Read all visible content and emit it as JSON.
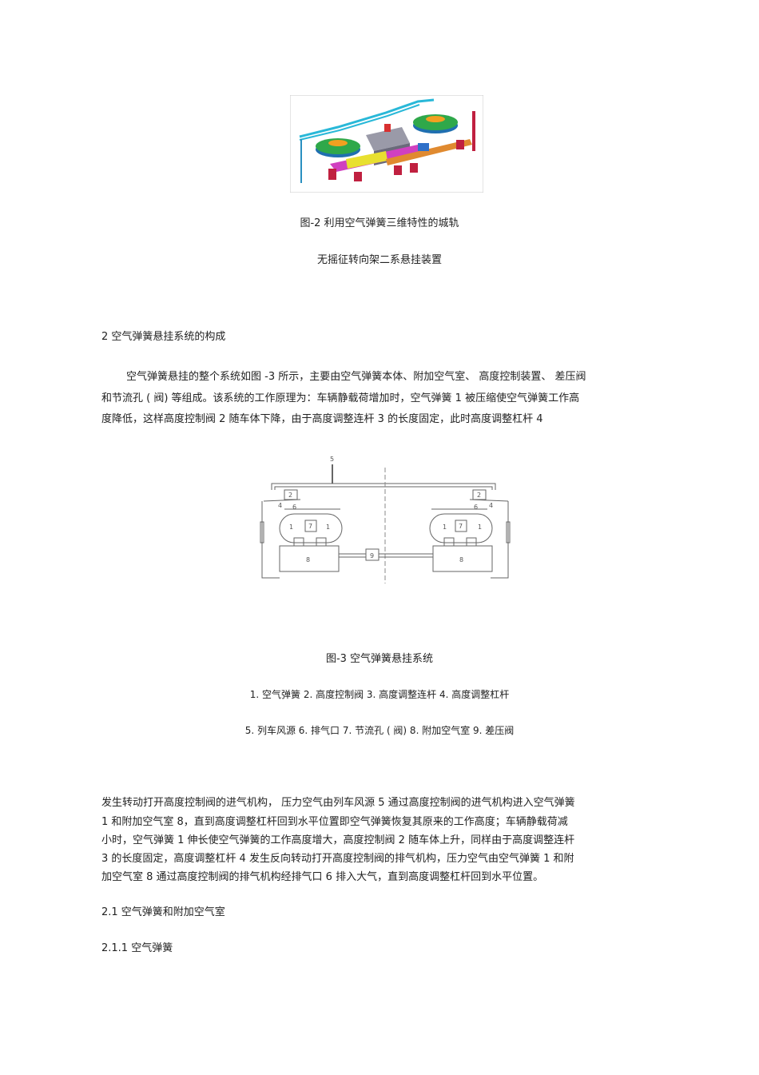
{
  "figure2": {
    "caption_line1": "图-2   利用空气弹簧三维特性的城轨",
    "caption_line2": "无摇征转向架二系悬挂装置"
  },
  "section2": {
    "heading": "2   空气弹簧悬挂系统的构成",
    "para1": [
      "空气弹簧悬挂的整个系统如图      -3 所示，主要由空气弹簧本体、附加空气室、        高度控制装置、   差压阀",
      "和节流孔 ( 阀) 等组成。该系统的工作原理为：车辆静载荷增加时，空气弹簧            1 被压缩使空气弹簧工作高",
      "度降低，这样高度控制阀      2 随车体下降，由于高度调整连杆       3 的长度固定，此时高度调整杠杆       4"
    ]
  },
  "figure3": {
    "labels": {
      "source": "5",
      "valve": "2",
      "lever": "4",
      "exhaust": "6",
      "spring": "1",
      "throttle": "7",
      "chamber": "8",
      "diff_valve": "9"
    },
    "caption": "图-3   空气弹簧悬挂系统",
    "legend_line1": "1. 空气弹簧    2.   高度控制阀     3.   高度调整连杆     4.    高度调整杠杆",
    "legend_line2": "5. 列车风源    6.   排气口   7.   节流孔 ( 阀) 8.      附加空气室    9.   差压阀"
  },
  "para2": [
    "发生转动打开高度控制阀的进气机构，         压力空气由列车风源      5 通过高度控制阀的进气机构进入空气弹簧",
    "1 和附加空气室    8，直到高度调整杠杆回到水平位置即空气弹簧恢复其原来的工作高度；车辆静载荷减",
    "小时，空气弹簧    1 伸长使空气弹簧的工作高度增大，高度控制阀          2 随车体上升，同样由于高度调整连杆",
    "3 的长度固定，高度调整杠杆       4 发生反向转动打开高度控制阀的排气机构，压力空气由空气弹簧              1 和附",
    "加空气室   8 通过高度控制阀的排气机构经排气口         6 排入大气，直到高度调整杠杆回到水平位置。"
  ],
  "section21": {
    "heading": "2.1   空气弹簧和附加空气室"
  },
  "section211": {
    "heading": "2.1.1    空气弹簧"
  }
}
